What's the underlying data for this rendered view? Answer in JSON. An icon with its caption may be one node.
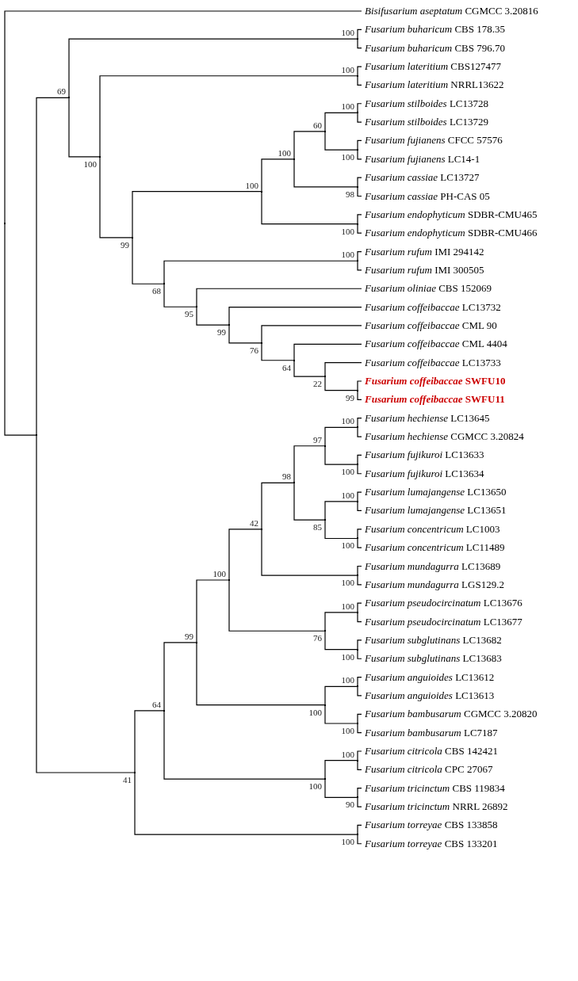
{
  "diagram": {
    "nodes": [
      {
        "text": [],
        "shape": "point"
      },
      {
        "text": [
          "*Bisifusarium aseptatum* CGMCC 3.20816"
        ]
      },
      {
        "text": [],
        "shape": "point"
      },
      {
        "text": [],
        "shape": "point"
      },
      {
        "text": [],
        "shape": "point"
      },
      {
        "text": [
          "*Fusarium buharicum* CBS 178.35"
        ]
      },
      {
        "text": [
          "*Fusarium buharicum* CBS 796.70"
        ]
      },
      {
        "text": [],
        "shape": "point"
      },
      {
        "text": [],
        "shape": "point"
      },
      {
        "text": [
          "*Fusarium lateritium* CBS127477"
        ]
      },
      {
        "text": [
          "*Fusarium lateritium* NRRL13622"
        ]
      },
      {
        "text": [],
        "shape": "point"
      },
      {
        "text": [],
        "shape": "point"
      },
      {
        "text": [],
        "shape": "point"
      },
      {
        "text": [],
        "shape": "point"
      },
      {
        "text": [],
        "shape": "point"
      },
      {
        "text": [
          "*Fusarium stilboides* LC13728"
        ]
      },
      {
        "text": [
          "*Fusarium stilboides* LC13729"
        ]
      },
      {
        "text": [],
        "shape": "point"
      },
      {
        "text": [
          "*Fusarium fujianens* CFCC 57576"
        ]
      },
      {
        "text": [
          "*Fusarium fujianens* LC14-1"
        ]
      },
      {
        "text": [],
        "shape": "point"
      },
      {
        "text": [
          "*Fusarium cassiae* LC13727"
        ]
      },
      {
        "text": [
          "*Fusarium cassiae* PH-CAS 05"
        ]
      },
      {
        "text": [],
        "shape": "point"
      },
      {
        "text": [
          "*Fusarium endophyticum* SDBR-CMU465"
        ]
      },
      {
        "text": [
          "*Fusarium endophyticum* SDBR-CMU466"
        ]
      },
      {
        "text": [],
        "shape": "point"
      },
      {
        "text": [],
        "shape": "point"
      },
      {
        "text": [
          "*Fusarium rufum* IMI 294142"
        ]
      },
      {
        "text": [
          "*Fusarium rufum* IMI 300505"
        ]
      },
      {
        "text": [],
        "shape": "point"
      },
      {
        "text": [
          "*Fusarium oliniae* CBS 152069"
        ]
      },
      {
        "text": [],
        "shape": "point"
      },
      {
        "text": [
          "*Fusarium coffeibaccae* LC13732"
        ]
      },
      {
        "text": [],
        "shape": "point"
      },
      {
        "text": [
          "*Fusarium coffeibaccae* CML 90"
        ]
      },
      {
        "text": [],
        "shape": "point"
      },
      {
        "text": [
          "*Fusarium coffeibaccae* CML 4404"
        ]
      },
      {
        "text": [],
        "shape": "point"
      },
      {
        "text": [
          "*Fusarium coffeibaccae* LC13733"
        ]
      },
      {
        "text": [],
        "shape": "point"
      },
      {
        "text": [
          "*Fusarium coffeibaccae* SWFU10"
        ]
      },
      {
        "text": [
          "*Fusarium coffeibaccae* SWFU11"
        ]
      },
      {
        "text": [],
        "shape": "point"
      },
      {
        "text": [],
        "shape": "point"
      },
      {
        "text": [],
        "shape": "point"
      },
      {
        "text": [],
        "shape": "point"
      },
      {
        "text": [],
        "shape": "point"
      },
      {
        "text": [],
        "shape": "point"
      },
      {
        "text": [],
        "shape": "point"
      },
      {
        "text": [],
        "shape": "point"
      },
      {
        "text": [
          "*Fusarium hechiense* LC13645"
        ]
      },
      {
        "text": [
          "*Fusarium hechiense* CGMCC 3.20824"
        ]
      },
      {
        "text": [],
        "shape": "point"
      },
      {
        "text": [
          "*Fusarium fujikuroi* LC13633"
        ]
      },
      {
        "text": [
          "*Fusarium fujikuroi* LC13634"
        ]
      },
      {
        "text": [],
        "shape": "point"
      },
      {
        "text": [],
        "shape": "point"
      },
      {
        "text": [
          "*Fusarium lumajangense* LC13650"
        ]
      },
      {
        "text": [
          "*Fusarium lumajangense* LC13651"
        ]
      },
      {
        "text": [],
        "shape": "point"
      },
      {
        "text": [
          "*Fusarium concentricum* LC1003"
        ]
      },
      {
        "text": [
          "*Fusarium concentricum* LC11489"
        ]
      },
      {
        "text": [],
        "shape": "point"
      },
      {
        "text": [
          "*Fusarium mundagurra* LC13689"
        ]
      },
      {
        "text": [
          "*Fusarium mundagurra* LGS129.2"
        ]
      },
      {
        "text": [],
        "shape": "point"
      },
      {
        "text": [],
        "shape": "point"
      },
      {
        "text": [
          "*Fusarium pseudocircinatum* LC13676"
        ]
      },
      {
        "text": [
          "*Fusarium pseudocircinatum* LC13677"
        ]
      },
      {
        "text": [],
        "shape": "point"
      },
      {
        "text": [
          "*Fusarium subglutinans* LC13682"
        ]
      },
      {
        "text": [
          "*Fusarium subglutinans* LC13683"
        ]
      },
      {
        "text": [],
        "shape": "point"
      },
      {
        "text": [],
        "shape": "point"
      },
      {
        "text": [
          "*Fusarium anguioides* LC13612"
        ]
      },
      {
        "text": [
          "*Fusarium anguioides* LC13613"
        ]
      },
      {
        "text": [],
        "shape": "point"
      },
      {
        "text": [
          "*Fusarium bambusarum* CGMCC 3.20820"
        ]
      },
      {
        "text": [
          "*Fusarium bambusarum* LC7187"
        ]
      },
      {
        "text": [],
        "shape": "point"
      },
      {
        "text": [],
        "shape": "point"
      },
      {
        "text": [
          "*Fusarium citricola* CBS 142421"
        ]
      },
      {
        "text": [
          "*Fusarium citricola* CPC 27067"
        ]
      },
      {
        "text": [],
        "shape": "point"
      },
      {
        "text": [
          "*Fusarium tricinctum* CBS 119834"
        ]
      },
      {
        "text": [
          "*Fusarium tricinctum* NRRL 26892"
        ]
      },
      {
        "text": [],
        "shape": "point"
      },
      {
        "text": [
          "*Fusarium torreyae* CBS 133858"
        ]
      },
      {
        "text": [
          "*Fusarium torreyae* CBS 133201"
        ]
      }
    ],
    "edges": [
      {
        "from": 0,
        "to": 1,
        "arrow": "none"
      },
      {
        "from": 0,
        "to": 2,
        "arrow": "none"
      },
      {
        "from": 2,
        "to": 3,
        "arrow": "none",
        "label": "69"
      },
      {
        "from": 3,
        "to": 4,
        "arrow": "none",
        "label": "100"
      },
      {
        "from": 4,
        "to": 5,
        "arrow": "none"
      },
      {
        "from": 4,
        "to": 6,
        "arrow": "none"
      },
      {
        "from": 3,
        "to": 7,
        "arrow": "none",
        "label": "100"
      },
      {
        "from": 7,
        "to": 8,
        "arrow": "none",
        "label": "100"
      },
      {
        "from": 8,
        "to": 9,
        "arrow": "none"
      },
      {
        "from": 8,
        "to": 10,
        "arrow": "none"
      },
      {
        "from": 7,
        "to": 11,
        "arrow": "none",
        "label": "99"
      },
      {
        "from": 11,
        "to": 12,
        "arrow": "none",
        "label": "100"
      },
      {
        "from": 12,
        "to": 13,
        "arrow": "none",
        "label": "100"
      },
      {
        "from": 13,
        "to": 14,
        "arrow": "none",
        "label": "60"
      },
      {
        "from": 14,
        "to": 15,
        "arrow": "none",
        "label": "100"
      },
      {
        "from": 15,
        "to": 16,
        "arrow": "none"
      },
      {
        "from": 15,
        "to": 17,
        "arrow": "none"
      },
      {
        "from": 14,
        "to": 18,
        "arrow": "none",
        "label": "100"
      },
      {
        "from": 18,
        "to": 19,
        "arrow": "none"
      },
      {
        "from": 18,
        "to": 20,
        "arrow": "none"
      },
      {
        "from": 13,
        "to": 21,
        "arrow": "none",
        "label": "98"
      },
      {
        "from": 21,
        "to": 22,
        "arrow": "none"
      },
      {
        "from": 21,
        "to": 23,
        "arrow": "none"
      },
      {
        "from": 12,
        "to": 24,
        "arrow": "none",
        "label": "100"
      },
      {
        "from": 24,
        "to": 25,
        "arrow": "none"
      },
      {
        "from": 24,
        "to": 26,
        "arrow": "none"
      },
      {
        "from": 11,
        "to": 27,
        "arrow": "none",
        "label": "68"
      },
      {
        "from": 27,
        "to": 28,
        "arrow": "none",
        "label": "100"
      },
      {
        "from": 28,
        "to": 29,
        "arrow": "none"
      },
      {
        "from": 28,
        "to": 30,
        "arrow": "none"
      },
      {
        "from": 27,
        "to": 31,
        "arrow": "none",
        "label": "95"
      },
      {
        "from": 31,
        "to": 32,
        "arrow": "none"
      },
      {
        "from": 31,
        "to": 33,
        "arrow": "none",
        "label": "99"
      },
      {
        "from": 33,
        "to": 34,
        "arrow": "none"
      },
      {
        "from": 33,
        "to": 35,
        "arrow": "none",
        "label": "76"
      },
      {
        "from": 35,
        "to": 36,
        "arrow": "none"
      },
      {
        "from": 35,
        "to": 37,
        "arrow": "none",
        "label": "64"
      },
      {
        "from": 37,
        "to": 38,
        "arrow": "none"
      },
      {
        "from": 37,
        "to": 39,
        "arrow": "none",
        "label": "22"
      },
      {
        "from": 39,
        "to": 40,
        "arrow": "none"
      },
      {
        "from": 39,
        "to": 41,
        "arrow": "none",
        "label": "99"
      },
      {
        "from": 41,
        "to": 42,
        "arrow": "none"
      },
      {
        "from": 41,
        "to": 43,
        "arrow": "none"
      },
      {
        "from": 2,
        "to": 44,
        "arrow": "none",
        "label": "41"
      },
      {
        "from": 44,
        "to": 45,
        "arrow": "none",
        "label": "64"
      },
      {
        "from": 45,
        "to": 46,
        "arrow": "none",
        "label": "99"
      },
      {
        "from": 46,
        "to": 47,
        "arrow": "none",
        "label": "100"
      },
      {
        "from": 47,
        "to": 48,
        "arrow": "none",
        "label": "42"
      },
      {
        "from": 48,
        "to": 49,
        "arrow": "none",
        "label": "98"
      },
      {
        "from": 49,
        "to": 50,
        "arrow": "none",
        "label": "97"
      },
      {
        "from": 50,
        "to": 51,
        "arrow": "none",
        "label": "100"
      },
      {
        "from": 51,
        "to": 52,
        "arrow": "none"
      },
      {
        "from": 51,
        "to": 53,
        "arrow": "none"
      },
      {
        "from": 50,
        "to": 54,
        "arrow": "none",
        "label": "100"
      },
      {
        "from": 54,
        "to": 55,
        "arrow": "none"
      },
      {
        "from": 54,
        "to": 56,
        "arrow": "none"
      },
      {
        "from": 49,
        "to": 57,
        "arrow": "none",
        "label": "85"
      },
      {
        "from": 57,
        "to": 58,
        "arrow": "none",
        "label": "100"
      },
      {
        "from": 58,
        "to": 59,
        "arrow": "none"
      },
      {
        "from": 58,
        "to": 60,
        "arrow": "none"
      },
      {
        "from": 57,
        "to": 61,
        "arrow": "none",
        "label": "100"
      },
      {
        "from": 61,
        "to": 62,
        "arrow": "none"
      },
      {
        "from": 61,
        "to": 63,
        "arrow": "none"
      },
      {
        "from": 48,
        "to": 64,
        "arrow": "none",
        "label": "100"
      },
      {
        "from": 64,
        "to": 65,
        "arrow": "none"
      },
      {
        "from": 64,
        "to": 66,
        "arrow": "none"
      },
      {
        "from": 47,
        "to": 67,
        "arrow": "none",
        "label": "76"
      },
      {
        "from": 67,
        "to": 68,
        "arrow": "none",
        "label": "100"
      },
      {
        "from": 68,
        "to": 69,
        "arrow": "none"
      },
      {
        "from": 68,
        "to": 70,
        "arrow": "none"
      },
      {
        "from": 67,
        "to": 71,
        "arrow": "none",
        "label": "100"
      },
      {
        "from": 71,
        "to": 72,
        "arrow": "none"
      },
      {
        "from": 71,
        "to": 73,
        "arrow": "none"
      },
      {
        "from": 46,
        "to": 74,
        "arrow": "none",
        "label": "100"
      },
      {
        "from": 74,
        "to": 75,
        "arrow": "none",
        "label": "100"
      },
      {
        "from": 75,
        "to": 76,
        "arrow": "none"
      },
      {
        "from": 75,
        "to": 77,
        "arrow": "none"
      },
      {
        "from": 74,
        "to": 78,
        "arrow": "none",
        "label": "100"
      },
      {
        "from": 78,
        "to": 79,
        "arrow": "none"
      },
      {
        "from": 78,
        "to": 80,
        "arrow": "none"
      },
      {
        "from": 45,
        "to": 81,
        "arrow": "none",
        "label": "100"
      },
      {
        "from": 81,
        "to": 82,
        "arrow": "none",
        "label": "100"
      },
      {
        "from": 82,
        "to": 83,
        "arrow": "none"
      },
      {
        "from": 82,
        "to": 84,
        "arrow": "none"
      },
      {
        "from": 81,
        "to": 85,
        "arrow": "none",
        "label": "90"
      },
      {
        "from": 85,
        "to": 86,
        "arrow": "none"
      },
      {
        "from": 85,
        "to": 87,
        "arrow": "none"
      },
      {
        "from": 44,
        "to": 88,
        "arrow": "none",
        "label": "100"
      },
      {
        "from": 88,
        "to": 89,
        "arrow": "none"
      },
      {
        "from": 88,
        "to": 90,
        "arrow": "none"
      }
    ]
  }
}
